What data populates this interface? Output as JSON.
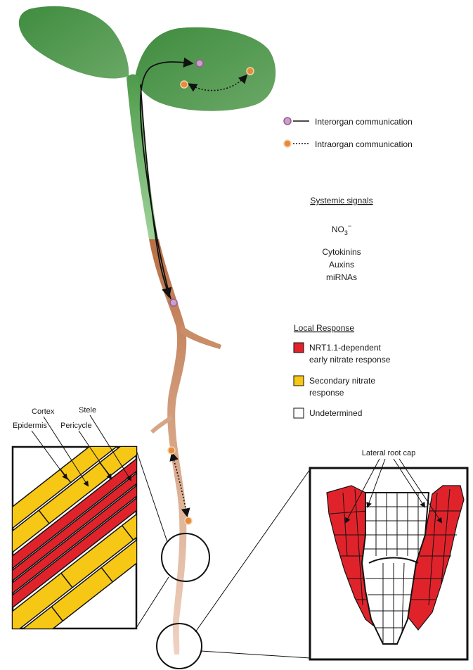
{
  "legend": {
    "interorgan": "Interorgan communication",
    "intraorgan": "Intraorgan communication"
  },
  "systemic": {
    "title": "Systemic signals",
    "no3_base": "NO",
    "no3_sub": "3",
    "no3_sup": "−",
    "items": [
      "Cytokinins",
      "Auxins",
      "miRNAs"
    ]
  },
  "local": {
    "title": "Local Response",
    "entries": [
      {
        "line1": "NRT1.1-dependent",
        "line2": "early nitrate response",
        "color": "#e0232b"
      },
      {
        "line1": "Secondary nitrate",
        "line2": "response",
        "color": "#f7c716"
      },
      {
        "line1": "Undetermined",
        "line2": "",
        "color": "#ffffff"
      }
    ]
  },
  "tissue_labels": {
    "cortex": "Cortex",
    "stele": "Stele",
    "epidermis": "Epidermis",
    "pericycle": "Pericycle"
  },
  "root_tip": {
    "lateral_root_cap": "Lateral root cap"
  },
  "colors": {
    "leaf": "#4e9a4a",
    "hypocotyl": "#6fb365",
    "root": "#c98d67",
    "root_tip": "#e9c2ad",
    "red": "#e0232b",
    "yellow": "#f7c716",
    "interorgan_dot": "#c9a0c6",
    "intraorgan_dot": "#e88a3c"
  }
}
